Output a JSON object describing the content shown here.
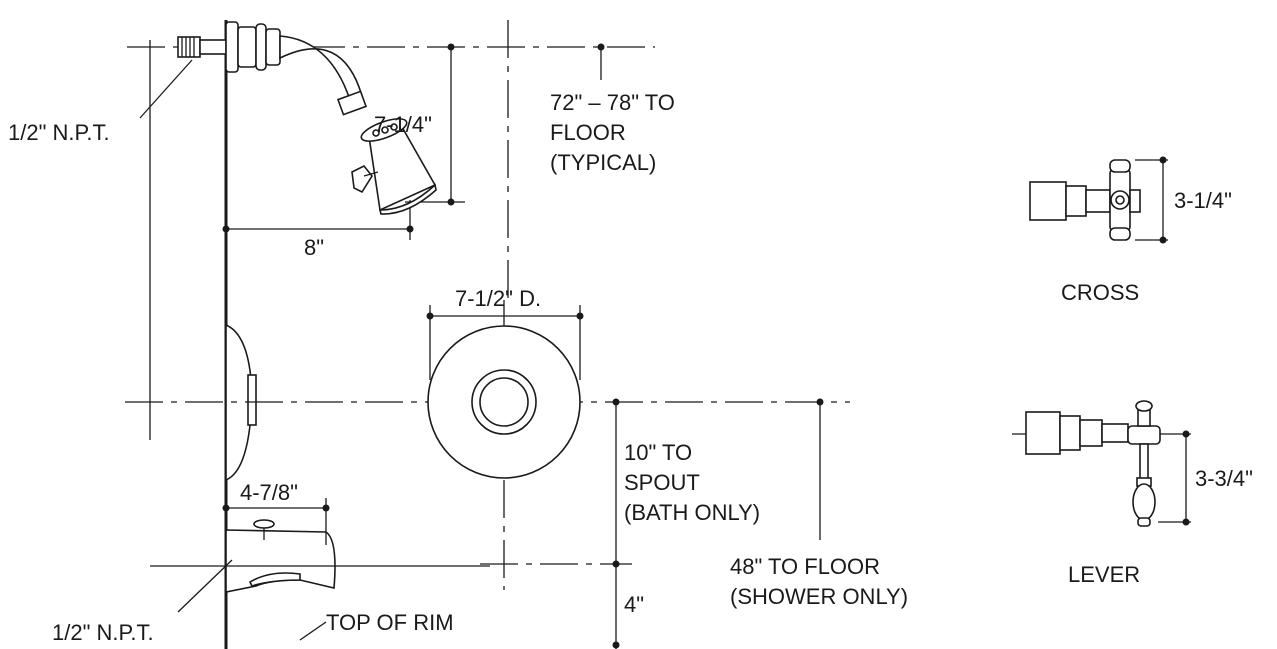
{
  "labels": {
    "npt_top": "1/2\" N.P.T.",
    "floor_72_78_line1": "72\" – 78\" TO",
    "floor_72_78_line2": "FLOOR",
    "floor_72_78_line3": "(TYPICAL)",
    "dim_7_1_4": "7-1/4\"",
    "dim_8": "8\"",
    "dim_7_1_2_d": "7-1/2\" D.",
    "spout_line1": "10\" TO",
    "spout_line2": "SPOUT",
    "spout_line3": "(BATH ONLY)",
    "dim_4_7_8": "4-7/8\"",
    "npt_bottom": "1/2\" N.P.T.",
    "top_of_rim": "TOP OF RIM",
    "dim_4": "4\"",
    "floor_48_line1": "48\" TO FLOOR",
    "floor_48_line2": "(SHOWER ONLY)",
    "cross_dim": "3-1/4\"",
    "cross_caption": "CROSS",
    "lever_dim": "3-3/4\"",
    "lever_caption": "LEVER"
  }
}
